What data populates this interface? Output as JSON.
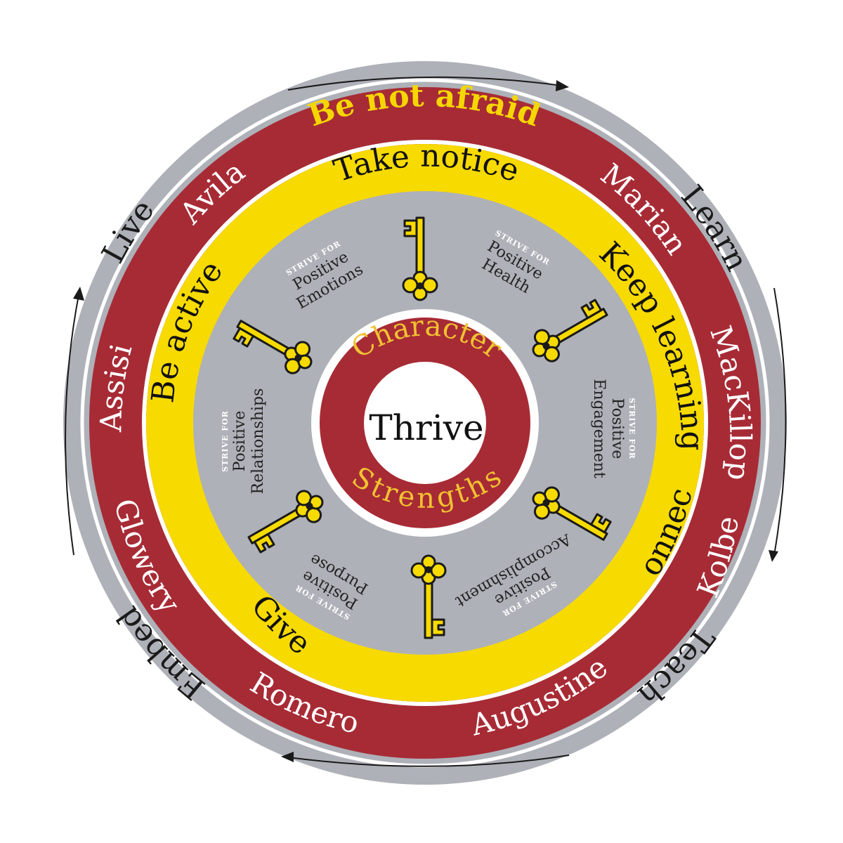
{
  "colors": {
    "grey": "#aeb1b8",
    "red": "#a72b35",
    "yellow": "#f7da00",
    "gold": "#f1c232",
    "white": "#ffffff",
    "dark": "#1a1a1a"
  },
  "outer_ring": {
    "words": [
      {
        "id": "live",
        "text": "Live"
      },
      {
        "id": "learn",
        "text": "Learn"
      },
      {
        "id": "teach",
        "text": "Teach"
      },
      {
        "id": "embed",
        "text": "Embed"
      }
    ]
  },
  "red_ring": {
    "motto": "Be not afraid",
    "houses": [
      {
        "id": "avila",
        "text": "Avila"
      },
      {
        "id": "marian",
        "text": "Marian"
      },
      {
        "id": "mackillop",
        "text": "MacKillop"
      },
      {
        "id": "kolbe",
        "text": "Kolbe"
      },
      {
        "id": "augustine",
        "text": "Augustine"
      },
      {
        "id": "romero",
        "text": "Romero"
      },
      {
        "id": "glowery",
        "text": "Glowery"
      },
      {
        "id": "assisi",
        "text": "Assisi"
      }
    ]
  },
  "yellow_ring": {
    "ways": [
      {
        "id": "take-notice",
        "text": "Take notice"
      },
      {
        "id": "keep-learning",
        "text": "Keep learning"
      },
      {
        "id": "connect",
        "text": "Connect"
      },
      {
        "id": "give",
        "text": "Give"
      },
      {
        "id": "be-active",
        "text": "Be active"
      }
    ]
  },
  "grey_ring": {
    "strive_label": "STRIVE FOR",
    "pillars": [
      {
        "id": "emotions",
        "line1": "Positive",
        "line2": "Emotions"
      },
      {
        "id": "health",
        "line1": "Positive",
        "line2": "Health"
      },
      {
        "id": "engagement",
        "line1": "Positive",
        "line2": "Engagement"
      },
      {
        "id": "accomplishment",
        "line1": "Positive",
        "line2": "Accomplishment"
      },
      {
        "id": "purpose",
        "line1": "Positive",
        "line2": "Purpose"
      },
      {
        "id": "relationships",
        "line1": "Positive",
        "line2": "Relationships"
      }
    ],
    "key_icon": "key-icon"
  },
  "center": {
    "top": "Character",
    "bottom": "Strengths",
    "core": "Thrive"
  }
}
